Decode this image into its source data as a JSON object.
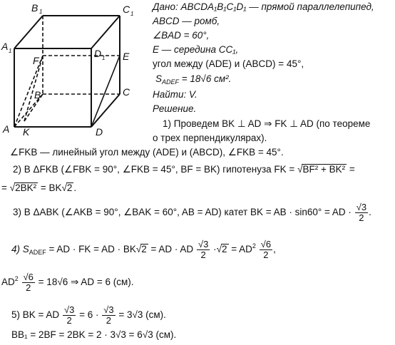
{
  "figure": {
    "vertices": {
      "A": "A",
      "B": "B",
      "C": "C",
      "D": "D",
      "A1": "A",
      "B1": "B",
      "C1": "C",
      "D1": "D",
      "one": "1",
      "E": "E",
      "F": "F",
      "K": "K"
    }
  },
  "given": {
    "line1": "Дано: ABCDA₁B₁C₁D₁ — прямой параллелепипед,",
    "line2": "ABCD — ромб,",
    "line3": "∠BAD = 60°,",
    "line4": "E — середина CC₁,",
    "line5": "угол между (ADE) и (ABCD) = 45°,",
    "line6_prefix": "S",
    "line6_sub": "ADEF",
    "line6_rest": " = 18√6 см².",
    "find": "Найти: V.",
    "solution": "Решение."
  },
  "steps": {
    "s1a": "1) Проведем BK ⊥ AD ⇒ FK ⊥ AD (по теореме",
    "s1b": "о трех перпендикулярах).",
    "s1c": "∠FKB — линейный угол между (ADE) и (ABCD), ∠FKB = 45°.",
    "s2a": "2) В ΔFKB (∠FBK = 90°, ∠FKB = 45°, BF = BK) гипотенуза FK =",
    "s2a_rad": "BF² + BK²",
    "s2a_end": " =",
    "s2b_lead": "=",
    "s2b_rad": "2BK²",
    "s2b_mid": " = BK",
    "s2b_rad2": "2",
    "s2b_end": ".",
    "s3_text": "3) В ΔABK (∠AKB = 90°, ∠BAK = 60°, AB = AD) катет BK = AB · sin60° = AD ·",
    "s3_num": "√3",
    "s3_den": "2",
    "s3_end": ".",
    "s4_label": "4)  S",
    "s4_sub": "ADEF",
    "s4_a": " = AD · FK = AD · BK",
    "s4_rad": "2",
    "s4_b": " = AD · AD",
    "s4_num1": "√3",
    "s4_den1": "2",
    "s4_c": " ·",
    "s4_rad2": "2",
    "s4_d": " = AD",
    "s4_sup": "2",
    "s4_num2": "√6",
    "s4_den2": "2",
    "s4_end": ",",
    "s4b_a": "AD",
    "s4b_sup": "2",
    "s4b_num": "√6",
    "s4b_den": "2",
    "s4b_b": " = 18√6  ⇒  AD = 6 (см).",
    "s5_a": "5)  BK = AD",
    "s5_num1": "√3",
    "s5_den1": "2",
    "s5_b": " = 6 ·",
    "s5_num2": "√3",
    "s5_den2": "2",
    "s5_c": " = 3√3 (см).",
    "s6": "BB₁ = 2BF = 2BK = 2 · 3√3 = 6√3 (см)."
  }
}
